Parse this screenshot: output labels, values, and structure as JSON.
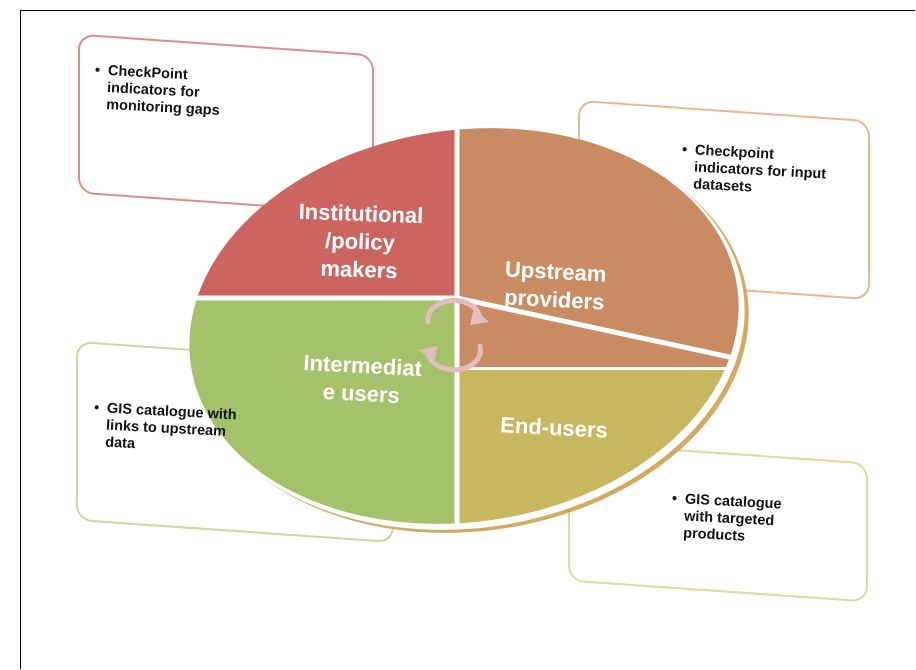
{
  "notes": {
    "top_left": {
      "text": "CheckPoint indicators for monitoring gaps",
      "lines": [
        "CheckPoint",
        "indicators for",
        "monitoring gaps"
      ],
      "color": "#d97070"
    },
    "top_right": {
      "text": "Checkpoint indicators for input datasets",
      "lines": [
        "Checkpoint",
        "indicators for input",
        "datasets"
      ],
      "color": "#e8a37a"
    },
    "bottom_left": {
      "text": "GIS catalogue with links to upstream data",
      "lines": [
        "GIS catalogue with",
        "links to upstream",
        "data"
      ],
      "color": "#b9cf86"
    },
    "bottom_right": {
      "text": "GIS catalogue with targeted products",
      "lines": [
        "GIS catalogue",
        "with targeted",
        "products"
      ],
      "color": "#d9cc86"
    }
  },
  "quadrants": {
    "institutional": {
      "lines": [
        "Institutional",
        "/policy",
        "makers"
      ],
      "color": "#cc6460"
    },
    "upstream": {
      "lines": [
        "Upstream",
        "providers"
      ],
      "color": "#c98c62"
    },
    "intermediate": {
      "lines": [
        "Intermediat",
        "e  users"
      ],
      "color": "#a3c26a"
    },
    "endusers": {
      "lines": [
        "End-users"
      ],
      "color": "#c7b860"
    }
  },
  "cycle_arrow_color": "#e4bcbf"
}
